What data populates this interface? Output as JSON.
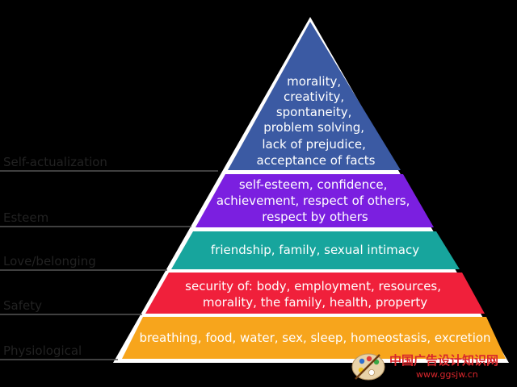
{
  "levels": [
    {
      "label": "Self-actualization",
      "color": "#3b5aa3",
      "lines": [
        "morality,",
        "creativity,",
        "spontaneity,",
        "problem solving,",
        "lack of prejudice,",
        "acceptance of facts"
      ]
    },
    {
      "label": "Esteem",
      "color": "#7b1fe0",
      "lines": [
        "self-esteem, confidence,",
        "achievement, respect of others,",
        "respect by others"
      ]
    },
    {
      "label": "Love/belonging",
      "color": "#17a59d",
      "lines": [
        "friendship, family, sexual intimacy"
      ]
    },
    {
      "label": "Safety",
      "color": "#f0203b",
      "lines": [
        "security of: body, employment, resources,",
        "morality, the family, health, property"
      ]
    },
    {
      "label": "Physiological",
      "color": "#f7a51c",
      "lines": [
        "breathing, food, water, sex, sleep, homeostasis, excretion"
      ]
    }
  ],
  "watermark": {
    "site_name": "中国广告设计知识网",
    "url": "www.ggsjw.cn",
    "icon": "palette-icon"
  }
}
